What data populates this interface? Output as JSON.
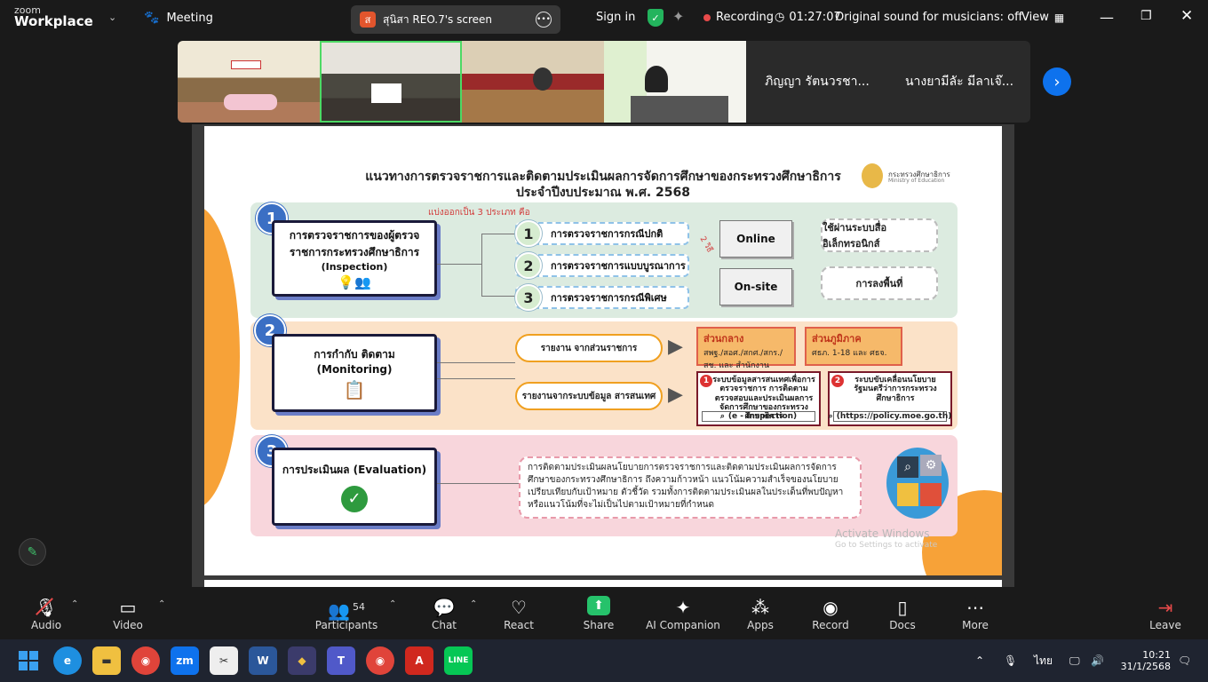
{
  "topbar": {
    "logo_small": "zoom",
    "logo_big": "Workplace",
    "meeting_label": "Meeting",
    "share_avatar": "ส",
    "share_title": "สุนิสา REO.7's screen",
    "sign_in": "Sign in",
    "recording": "Recording",
    "timer": "01:27:07",
    "sound": "Original sound for musicians: off",
    "view": "View"
  },
  "strip": {
    "names": [
      "ภิญญา รัตนวรชา...",
      "นางยามีลัะ มีลาเจ๊..."
    ]
  },
  "slide": {
    "title_line1": "แนวทางการตรวจราชการและติดตามประเมินผลการจัดการศึกษาของกระทรวงศึกษาธิการ",
    "title_line2": "ประจำปีงบประมาณ พ.ศ. 2568",
    "ministry_th": "กระทรวงศึกษาธิการ",
    "ministry_en": "Ministry of Education",
    "note_three": "แบ่งออกเป็น 3 ประเภท คือ",
    "sec1": {
      "num": "1",
      "line1": "การตรวจราชการของผู้ตรวจ",
      "line2": "ราชการกระทรวงศึกษาธิการ",
      "line3": "(Inspection)",
      "items": [
        {
          "num": "1",
          "label": "การตรวจราชการกรณีปกติ"
        },
        {
          "num": "2",
          "label": "การตรวจราชการแบบบูรณาการ"
        },
        {
          "num": "3",
          "label": "การตรวจราชการกรณีพิเศษ"
        }
      ],
      "two_ways": "2 วิธี",
      "online": "Online",
      "onsite": "On-site",
      "online_desc": "ใช้ผ่านระบบสื่ออิเล็กทรอนิกส์",
      "onsite_desc": "การลงพื้นที่"
    },
    "sec2": {
      "num": "2",
      "line1": "การกำกับ ติดตาม",
      "line2": "(Monitoring)",
      "rep1": "รายงาน จากส่วนราชการ",
      "rep2": "รายงานจากระบบข้อมูล สารสนเทศ",
      "central_title": "ส่วนกลาง",
      "central_desc": "สพฐ./สอศ./สกศ./สกร./สช. และ สำนักงาน ก.ค.ศ.",
      "region_title": "ส่วนภูมิภาค",
      "region_desc": "ศธภ. 1-18 และ ศธจ.",
      "sys1_num": "1",
      "sys1_text": "ระบบข้อมูลสารสนเทศเพื่อการตรวจราชการ การติดตาม ตรวจสอบและประเมินผลการจัดการศึกษาของกระทรวงศึกษาธิการ",
      "sys1_search": "(e - Inspection)",
      "sys2_num": "2",
      "sys2_text": "ระบบขับเคลื่อนนโยบายรัฐมนตรีว่าการกระทรวงศึกษาธิการ",
      "sys2_search": "(https://policy.moe.go.th)"
    },
    "sec3": {
      "num": "3",
      "label": "การประเมินผล (Evaluation)",
      "text": "การติดตามประเมินผลนโยบายการตรวจราชการและติดตามประเมินผลการจัดการศึกษาของกระทรวงศึกษาธิการ ถึงความก้าวหน้า แนวโน้มความสำเร็จของนโยบาย เปรียบเทียบกับเป้าหมาย ตัวชี้วัด รวมทั้งการติดตามประเมินผลในประเด็นที่พบปัญหาหรือแนวโน้มที่จะไม่เป็นไปตามเป้าหมายที่กำหนด"
    },
    "watermark1": "Activate Windows",
    "watermark2": "Go to Settings to activate"
  },
  "toolbar": {
    "audio": "Audio",
    "video": "Video",
    "participants": "Participants",
    "participants_count": "54",
    "chat": "Chat",
    "react": "React",
    "share": "Share",
    "ai": "AI Companion",
    "apps": "Apps",
    "record": "Record",
    "docs": "Docs",
    "more": "More",
    "leave": "Leave"
  },
  "taskbar": {
    "zoom_label": "zm",
    "lang": "ไทย",
    "time": "10:21",
    "date": "31/1/2568"
  },
  "colors": {
    "accent": "#0e72ed",
    "share_green": "#26c26b",
    "record_red": "#e84a4a"
  }
}
